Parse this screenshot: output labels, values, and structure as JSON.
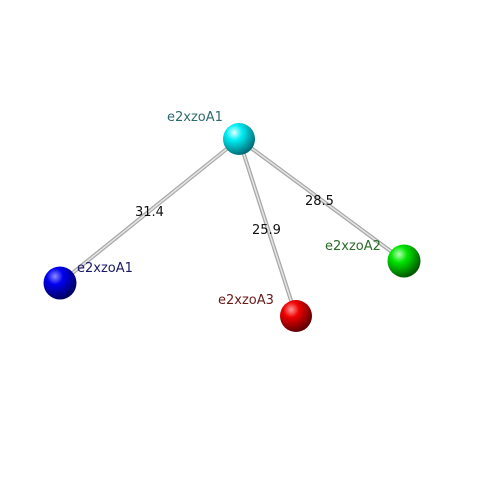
{
  "nodes": {
    "center": {
      "label": "e2xzoA1",
      "color": "#00e8f0",
      "label_color": "#2e6b6b"
    },
    "blue": {
      "label": "e2xzoA1",
      "color": "#0000ee",
      "label_color": "#1a1a66"
    },
    "red": {
      "label": "e2xzoA3",
      "color": "#ee0000",
      "label_color": "#6b1a1a"
    },
    "green": {
      "label": "e2xzoA2",
      "color": "#00e000",
      "label_color": "#2a6b2a"
    }
  },
  "edges": {
    "center_blue": {
      "value": "31.4"
    },
    "center_red": {
      "value": "25.9"
    },
    "center_green": {
      "value": "28.5"
    }
  }
}
